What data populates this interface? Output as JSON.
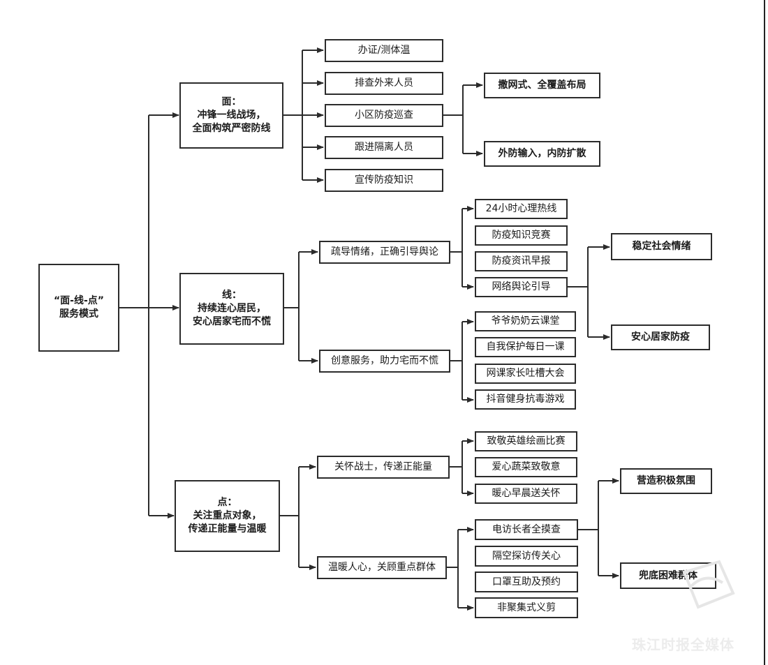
{
  "root": {
    "lines": [
      "“面-线-点”",
      "服务模式"
    ]
  },
  "level1": {
    "mian": {
      "lines": [
        "面：",
        "冲锋一线战场，",
        "全面构筑严密防线"
      ]
    },
    "xian": {
      "lines": [
        "线：",
        "持续连心居民，",
        "安心居家宅而不慌"
      ]
    },
    "dian": {
      "lines": [
        "点：",
        "关注重点对象，",
        "传递正能量与温暖"
      ]
    }
  },
  "mian_items": [
    "办证/测体温",
    "排查外来人员",
    "小区防疫巡查",
    "跟进隔离人员",
    "宣传防疫知识"
  ],
  "mian_outcomes": [
    "撒网式、全覆盖布局",
    "外防输入，内防扩散"
  ],
  "xian_branches": [
    "疏导情绪，正确引导舆论",
    "创意服务，助力宅而不慌"
  ],
  "xian_b1_items": [
    "24小时心理热线",
    "防疫知识竞赛",
    "防疫资讯早报",
    "网络舆论引导"
  ],
  "xian_b2_items": [
    "爷爷奶奶云课堂",
    "自我保护每日一课",
    "网课家长吐槽大会",
    "抖音健身抗毒游戏"
  ],
  "xian_outcomes": [
    "稳定社会情绪",
    "安心居家防疫"
  ],
  "dian_branches": [
    "关怀战士，传递正能量",
    "温暖人心，关顾重点群体"
  ],
  "dian_b1_items": [
    "致敬英雄绘画比赛",
    "爱心蔬菜致敬意",
    "暖心早晨送关怀"
  ],
  "dian_b2_items": [
    "电访长者全摸查",
    "隔空探访传关心",
    "口罩互助及预约",
    "非聚集式义剪"
  ],
  "dian_outcomes": [
    "营造积极氛围",
    "兜底困难群体"
  ],
  "watermark": "珠江时报全媒体",
  "colors": {
    "line": "#2b2b2b",
    "border": "#2b2b2b",
    "background": "#ffffff"
  }
}
